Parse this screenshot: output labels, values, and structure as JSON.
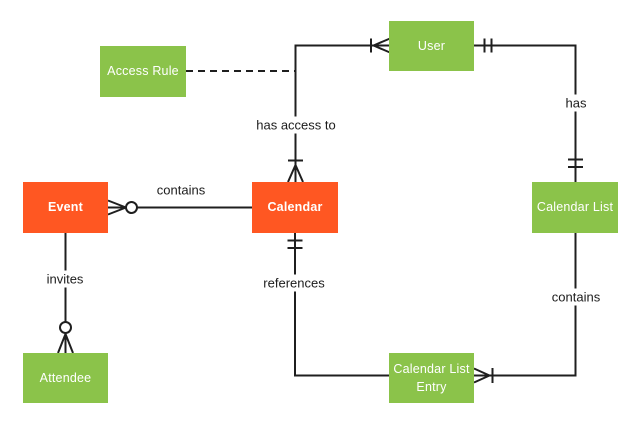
{
  "diagram": {
    "type": "entity-relationship-diagram",
    "notation": "crows-foot",
    "background_color": "#ffffff",
    "colors": {
      "entity_green": "#8BC34A",
      "entity_orange": "#FF5722",
      "entity_text": "#ffffff",
      "line": "#1f1f1f",
      "relationship_text": "#1c1c1c"
    },
    "entities": [
      {
        "id": "access-rule",
        "label": "Access Rule",
        "color": "green"
      },
      {
        "id": "user",
        "label": "User",
        "color": "green"
      },
      {
        "id": "event",
        "label": "Event",
        "color": "orange"
      },
      {
        "id": "calendar",
        "label": "Calendar",
        "color": "orange"
      },
      {
        "id": "calendar-list",
        "label": "Calendar List",
        "color": "green"
      },
      {
        "id": "attendee",
        "label": "Attendee",
        "color": "green"
      },
      {
        "id": "calendar-list-entry",
        "label": "Calendar List Entry",
        "color": "green"
      }
    ],
    "relationships": [
      {
        "label": "contains",
        "from": "Calendar",
        "to": "Event",
        "marker_at_event": "zero-or-many",
        "marker_at_calendar": "none",
        "line_style": "solid"
      },
      {
        "label": "has access to",
        "from": "User",
        "to": "Calendar",
        "marker_at_user": "one-or-many",
        "marker_at_calendar": "one-or-many",
        "line_style": "solid"
      },
      {
        "label": "has",
        "from": "User",
        "to": "Calendar List",
        "marker_at_user": "exactly-one",
        "marker_at_calendar_list": "exactly-one",
        "line_style": "solid"
      },
      {
        "label": "invites",
        "from": "Event",
        "to": "Attendee",
        "marker_at_attendee": "zero-or-many",
        "line_style": "solid"
      },
      {
        "label": "references",
        "from": "Calendar",
        "to": "Calendar List Entry",
        "marker_at_calendar": "exactly-one",
        "marker_at_entry": "none",
        "line_style": "solid"
      },
      {
        "label": "contains",
        "from": "Calendar List",
        "to": "Calendar List Entry",
        "marker_at_entry": "one-or-many",
        "line_style": "solid"
      },
      {
        "label": "",
        "from": "Access Rule",
        "to": "has-access-to relationship line",
        "line_style": "dashed"
      }
    ]
  }
}
